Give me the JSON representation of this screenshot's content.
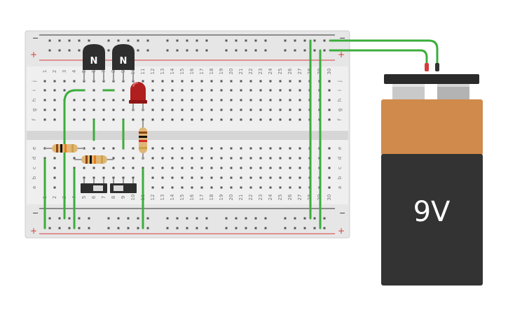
{
  "breadboard": {
    "column_numbers": [
      "1",
      "2",
      "3",
      "4",
      "5",
      "6",
      "7",
      "8",
      "9",
      "10",
      "11",
      "12",
      "13",
      "14",
      "15",
      "16",
      "17",
      "18",
      "19",
      "20",
      "21",
      "22",
      "23",
      "24",
      "25",
      "26",
      "27",
      "28",
      "29",
      "30"
    ],
    "top_row_letters": [
      "j",
      "i",
      "h",
      "g",
      "f"
    ],
    "bottom_row_letters": [
      "e",
      "d",
      "c",
      "b",
      "a"
    ],
    "rail_minus_symbol": "−",
    "rail_plus_symbol": "+"
  },
  "transistors": [
    {
      "label": "N"
    },
    {
      "label": "N"
    }
  ],
  "battery": {
    "label": "9V"
  },
  "colors": {
    "wire": "#3cad3c",
    "board": "#e9e9e9",
    "rail_red": "#d63a3a",
    "led": "#b01e1e",
    "battery_body": "#333333",
    "battery_top": "#d08a4c"
  }
}
